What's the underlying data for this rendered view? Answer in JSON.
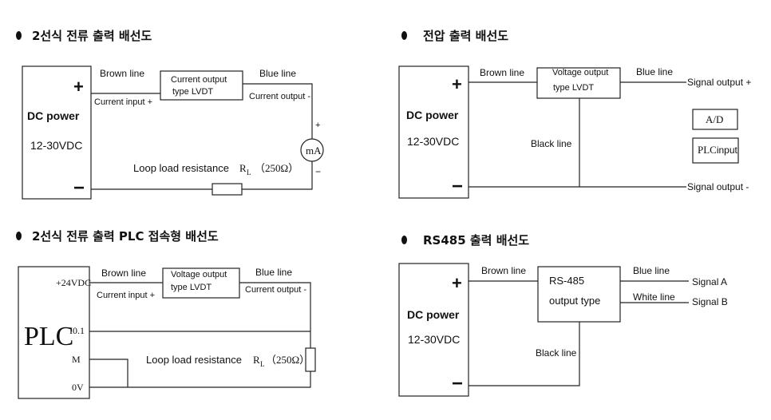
{
  "diagram1": {
    "title": "2선식 전류 출력 배선도",
    "plus": "+",
    "minus": "−",
    "power_name": "DC power",
    "power_range": "12-30VDC",
    "brown": "Brown line",
    "blue": "Blue line",
    "device_line1": "Current output",
    "device_line2": "type LVDT",
    "in_plus": "Current input +",
    "out_minus": "Current output -",
    "meter": "mA",
    "meter_plus": "+",
    "meter_minus": "−",
    "load_label": "Loop load resistance",
    "rl": "R",
    "rl_sub": "L",
    "rl_value": "（250Ω）"
  },
  "diagram2": {
    "title": "전압 출력 배선도",
    "plus": "+",
    "minus": "−",
    "power_name": "DC power",
    "power_range": "12-30VDC",
    "brown": "Brown line",
    "blue": "Blue line",
    "black": "Black line",
    "device_line1": "Voltage output",
    "device_line2": "type LVDT",
    "sig_plus": "Signal output +",
    "sig_minus": "Signal output -",
    "ad": "A/D",
    "plc_prefix": "PLC",
    "plc_suffix": "input"
  },
  "diagram3": {
    "title": "2선식 전류 출력 PLC 접속형 배선도",
    "plc": "PLC",
    "pins": [
      "+24VDC",
      "I0.1",
      "M",
      "0V"
    ],
    "brown": "Brown line",
    "blue": "Blue line",
    "device_line1": "Voltage output",
    "device_line2": "type LVDT",
    "in_plus": "Current input +",
    "out_minus": "Current output -",
    "load_label": "Loop load resistance",
    "rl": "R",
    "rl_sub": "L",
    "rl_value": "（250Ω）"
  },
  "diagram4": {
    "title": "RS485 출력 배선도",
    "plus": "+",
    "minus": "−",
    "power_name": "DC power",
    "power_range": "12-30VDC",
    "brown": "Brown line",
    "blue": "Blue line",
    "white": "White line",
    "black": "Black line",
    "device_line1": "RS-485",
    "device_line2": "output type",
    "sig_a": "Signal A",
    "sig_b": "Signal B"
  }
}
